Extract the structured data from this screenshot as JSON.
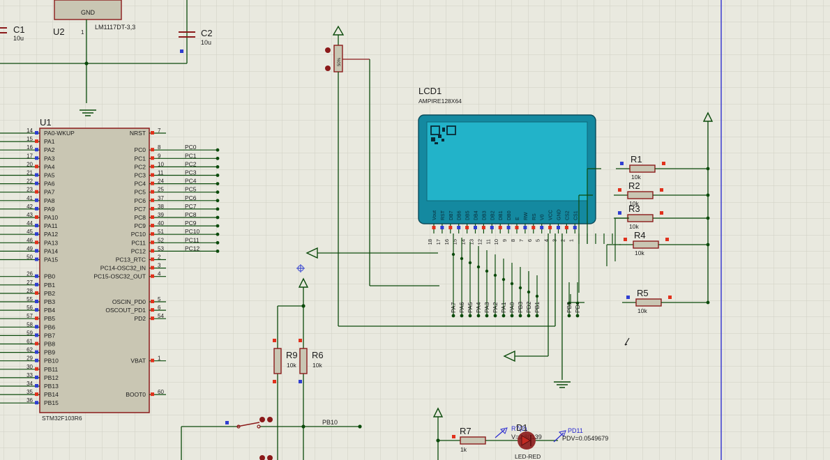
{
  "colors": {
    "background": "#e9e9df",
    "grid": "#cfcfc3",
    "wire": "#0b4a0b",
    "component_fill": "#c9c6b3",
    "component_stroke": "#8b1a1a",
    "pin_red": "#e0311c",
    "pin_blue": "#2f3ed1",
    "lcd_body": "#1489a0",
    "lcd_screen": "#22b3c9",
    "text": "#1a1a1a",
    "probe_text": "#2a2ad0",
    "boundary": "#3b3bd0"
  },
  "top": {
    "gnd_label": "GND",
    "c1_name": "C1",
    "c1_value": "10u",
    "u2_name": "U2",
    "u2_pin1": "1",
    "regulator_part": "LM1117DT-3,3",
    "c2_name": "C2",
    "c2_value": "10u"
  },
  "u1": {
    "name": "U1",
    "part": "STM32F103R6",
    "left_pins": [
      {
        "num": "14",
        "label": "PA0-WKUP"
      },
      {
        "num": "15",
        "label": "PA1"
      },
      {
        "num": "16",
        "label": "PA2"
      },
      {
        "num": "17",
        "label": "PA3"
      },
      {
        "num": "20",
        "label": "PA4"
      },
      {
        "num": "21",
        "label": "PA5"
      },
      {
        "num": "22",
        "label": "PA6"
      },
      {
        "num": "23",
        "label": "PA7"
      },
      {
        "num": "41",
        "label": "PA8"
      },
      {
        "num": "42",
        "label": "PA9"
      },
      {
        "num": "43",
        "label": "PA10"
      },
      {
        "num": "44",
        "label": "PA11"
      },
      {
        "num": "45",
        "label": "PA12"
      },
      {
        "num": "46",
        "label": "PA13"
      },
      {
        "num": "49",
        "label": "PA14"
      },
      {
        "num": "50",
        "label": "PA15"
      },
      {
        "num": "",
        "label": ""
      },
      {
        "num": "26",
        "label": "PB0"
      },
      {
        "num": "27",
        "label": "PB1"
      },
      {
        "num": "28",
        "label": "PB2"
      },
      {
        "num": "55",
        "label": "PB3"
      },
      {
        "num": "56",
        "label": "PB4"
      },
      {
        "num": "57",
        "label": "PB5"
      },
      {
        "num": "58",
        "label": "PB6"
      },
      {
        "num": "59",
        "label": "PB7"
      },
      {
        "num": "61",
        "label": "PB8"
      },
      {
        "num": "62",
        "label": "PB9"
      },
      {
        "num": "29",
        "label": "PB10"
      },
      {
        "num": "30",
        "label": "PB11"
      },
      {
        "num": "33",
        "label": "PB12"
      },
      {
        "num": "34",
        "label": "PB13"
      },
      {
        "num": "35",
        "label": "PB14"
      },
      {
        "num": "36",
        "label": "PB15"
      }
    ],
    "right_pins": [
      {
        "num": "7",
        "label": "NRST",
        "net": ""
      },
      {
        "num": "",
        "label": "",
        "net": ""
      },
      {
        "num": "8",
        "label": "PC0",
        "net": "PC0"
      },
      {
        "num": "9",
        "label": "PC1",
        "net": "PC1"
      },
      {
        "num": "10",
        "label": "PC2",
        "net": "PC2"
      },
      {
        "num": "11",
        "label": "PC3",
        "net": "PC3"
      },
      {
        "num": "24",
        "label": "PC4",
        "net": "PC4"
      },
      {
        "num": "25",
        "label": "PC5",
        "net": "PC5"
      },
      {
        "num": "37",
        "label": "PC6",
        "net": "PC6"
      },
      {
        "num": "38",
        "label": "PC7",
        "net": "PC7"
      },
      {
        "num": "39",
        "label": "PC8",
        "net": "PC8"
      },
      {
        "num": "40",
        "label": "PC9",
        "net": "PC9"
      },
      {
        "num": "51",
        "label": "PC10",
        "net": "PC10"
      },
      {
        "num": "52",
        "label": "PC11",
        "net": "PC11"
      },
      {
        "num": "53",
        "label": "PC12",
        "net": "PC12"
      },
      {
        "num": "2",
        "label": "PC13_RTC",
        "net": ""
      },
      {
        "num": "3",
        "label": "PC14-OSC32_IN",
        "net": ""
      },
      {
        "num": "4",
        "label": "PC15-OSC32_OUT",
        "net": ""
      },
      {
        "num": "",
        "label": "",
        "net": ""
      },
      {
        "num": "",
        "label": "",
        "net": ""
      },
      {
        "num": "5",
        "label": "OSCIN_PD0",
        "net": ""
      },
      {
        "num": "6",
        "label": "OSCOUT_PD1",
        "net": ""
      },
      {
        "num": "54",
        "label": "PD2",
        "net": ""
      },
      {
        "num": "",
        "label": "",
        "net": ""
      },
      {
        "num": "",
        "label": "",
        "net": ""
      },
      {
        "num": "",
        "label": "",
        "net": ""
      },
      {
        "num": "",
        "label": "",
        "net": ""
      },
      {
        "num": "1",
        "label": "VBAT",
        "net": ""
      },
      {
        "num": "",
        "label": "",
        "net": ""
      },
      {
        "num": "",
        "label": "",
        "net": ""
      },
      {
        "num": "",
        "label": "",
        "net": ""
      },
      {
        "num": "60",
        "label": "BOOT0",
        "net": ""
      }
    ]
  },
  "lcd": {
    "name": "LCD1",
    "part": "AMPIRE128X64",
    "pins": [
      {
        "num": "18",
        "label": "Vout"
      },
      {
        "num": "17",
        "label": "RST"
      },
      {
        "num": "16",
        "label": "DB7"
      },
      {
        "num": "15",
        "label": "DB6"
      },
      {
        "num": "14",
        "label": "DB5"
      },
      {
        "num": "13",
        "label": "DB4"
      },
      {
        "num": "12",
        "label": "DB3"
      },
      {
        "num": "11",
        "label": "DB2"
      },
      {
        "num": "10",
        "label": "DB1"
      },
      {
        "num": "9",
        "label": "DB0"
      },
      {
        "num": "8",
        "label": "E"
      },
      {
        "num": "7",
        "label": "RW"
      },
      {
        "num": "6",
        "label": "RS"
      },
      {
        "num": "5",
        "label": "V0"
      },
      {
        "num": "4",
        "label": "VCC"
      },
      {
        "num": "3",
        "label": "GND"
      },
      {
        "num": "2",
        "label": "CS2"
      },
      {
        "num": "1",
        "label": "CS1"
      }
    ],
    "bus_labels": [
      "PA7",
      "PA6",
      "PA5",
      "PA4",
      "PA3",
      "PA2",
      "PA1",
      "PA0",
      "PB3",
      "PD2",
      "PB1",
      "PB5",
      "PD4"
    ]
  },
  "resistors": [
    {
      "name": "R1",
      "value": "10k"
    },
    {
      "name": "R2",
      "value": "10k"
    },
    {
      "name": "R3",
      "value": "10k"
    },
    {
      "name": "R4",
      "value": "10k"
    },
    {
      "name": "R5",
      "value": "10k"
    },
    {
      "name": "R9",
      "value": "10k"
    },
    {
      "name": "R6",
      "value": "10k"
    },
    {
      "name": "R7",
      "value": "1k"
    }
  ],
  "pot": {
    "label": "50%"
  },
  "bottom": {
    "pb10_label": "PB10",
    "d1_name": "D1",
    "d1_type": "LED-RED",
    "probe1_name": "R7(2)",
    "probe1_value": "V=2.80139",
    "probe2_name": "PD11",
    "probe2_value": "PDV=0.0549679"
  }
}
